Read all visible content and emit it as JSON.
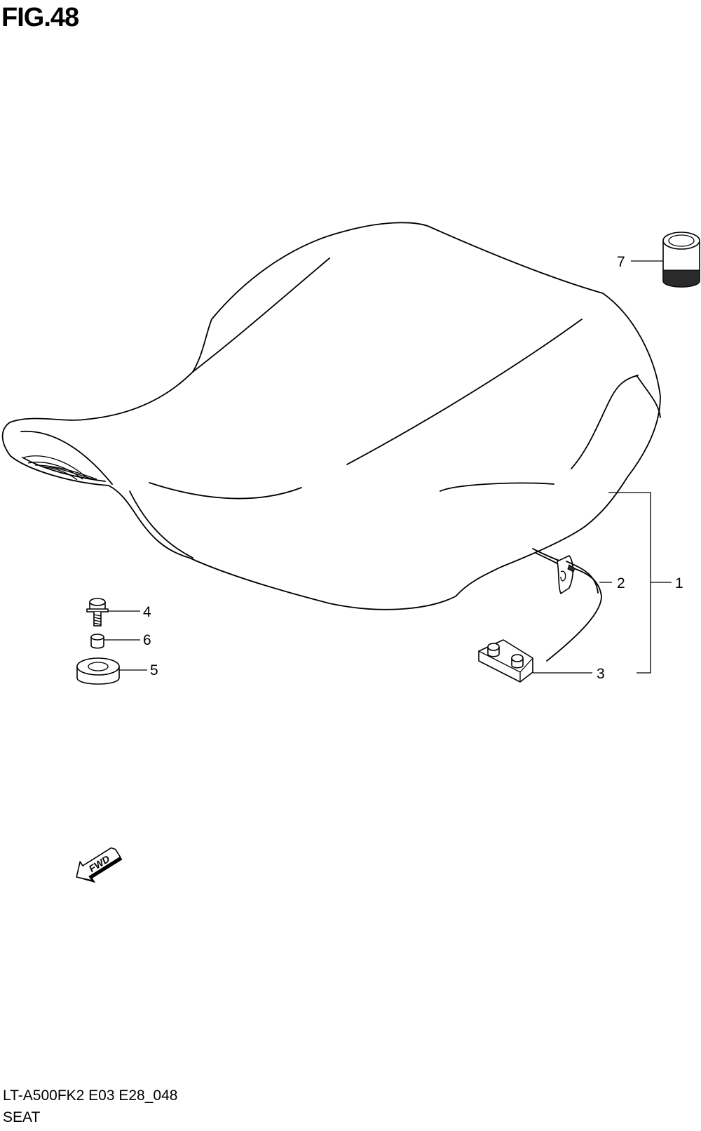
{
  "figure": {
    "title": "FIG.48"
  },
  "footer": {
    "model_code": "LT-A500FK2 E03 E28_048",
    "section_name": "SEAT"
  },
  "callouts": [
    {
      "id": "c1",
      "number": "1"
    },
    {
      "id": "c2",
      "number": "2"
    },
    {
      "id": "c3",
      "number": "3"
    },
    {
      "id": "c4",
      "number": "4"
    },
    {
      "id": "c5",
      "number": "5"
    },
    {
      "id": "c6",
      "number": "6"
    },
    {
      "id": "c7",
      "number": "7"
    }
  ],
  "direction_arrow": {
    "label": "FWD",
    "icon": "fwd-arrow-icon"
  }
}
